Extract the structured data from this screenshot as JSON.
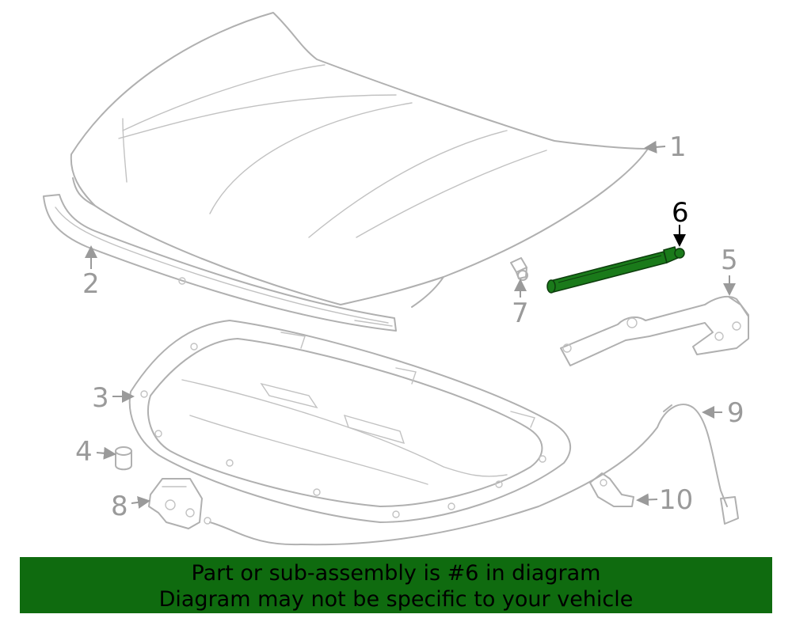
{
  "diagram": {
    "callouts": [
      {
        "id": "1",
        "text": "1"
      },
      {
        "id": "2",
        "text": "2"
      },
      {
        "id": "3",
        "text": "3"
      },
      {
        "id": "4",
        "text": "4"
      },
      {
        "id": "5",
        "text": "5"
      },
      {
        "id": "6",
        "text": "6",
        "highlighted": true
      },
      {
        "id": "7",
        "text": "7"
      },
      {
        "id": "8",
        "text": "8"
      },
      {
        "id": "9",
        "text": "9"
      },
      {
        "id": "10",
        "text": "10"
      }
    ],
    "highlight_color": "#1a7a1a",
    "part_color": "#b0b0b0"
  },
  "banner": {
    "line1": "Part or sub-assembly is #6 in diagram",
    "line2": "Diagram may not be specific to your vehicle",
    "background": "#0f6b0f"
  }
}
